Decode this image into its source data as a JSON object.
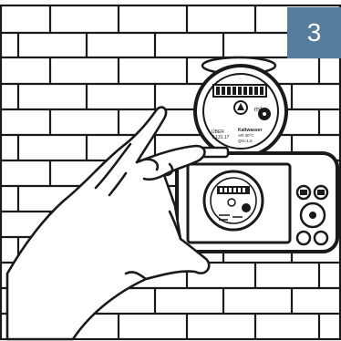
{
  "step": {
    "number": "3"
  },
  "meter": {
    "label": "Kaltwasser",
    "line1": "AR   30°C",
    "line2": "QN=1,5",
    "small_prefix": "ÜBER",
    "small_code": "7.131.17",
    "unit": "m³"
  },
  "camera": {
    "nav_center": "●"
  }
}
